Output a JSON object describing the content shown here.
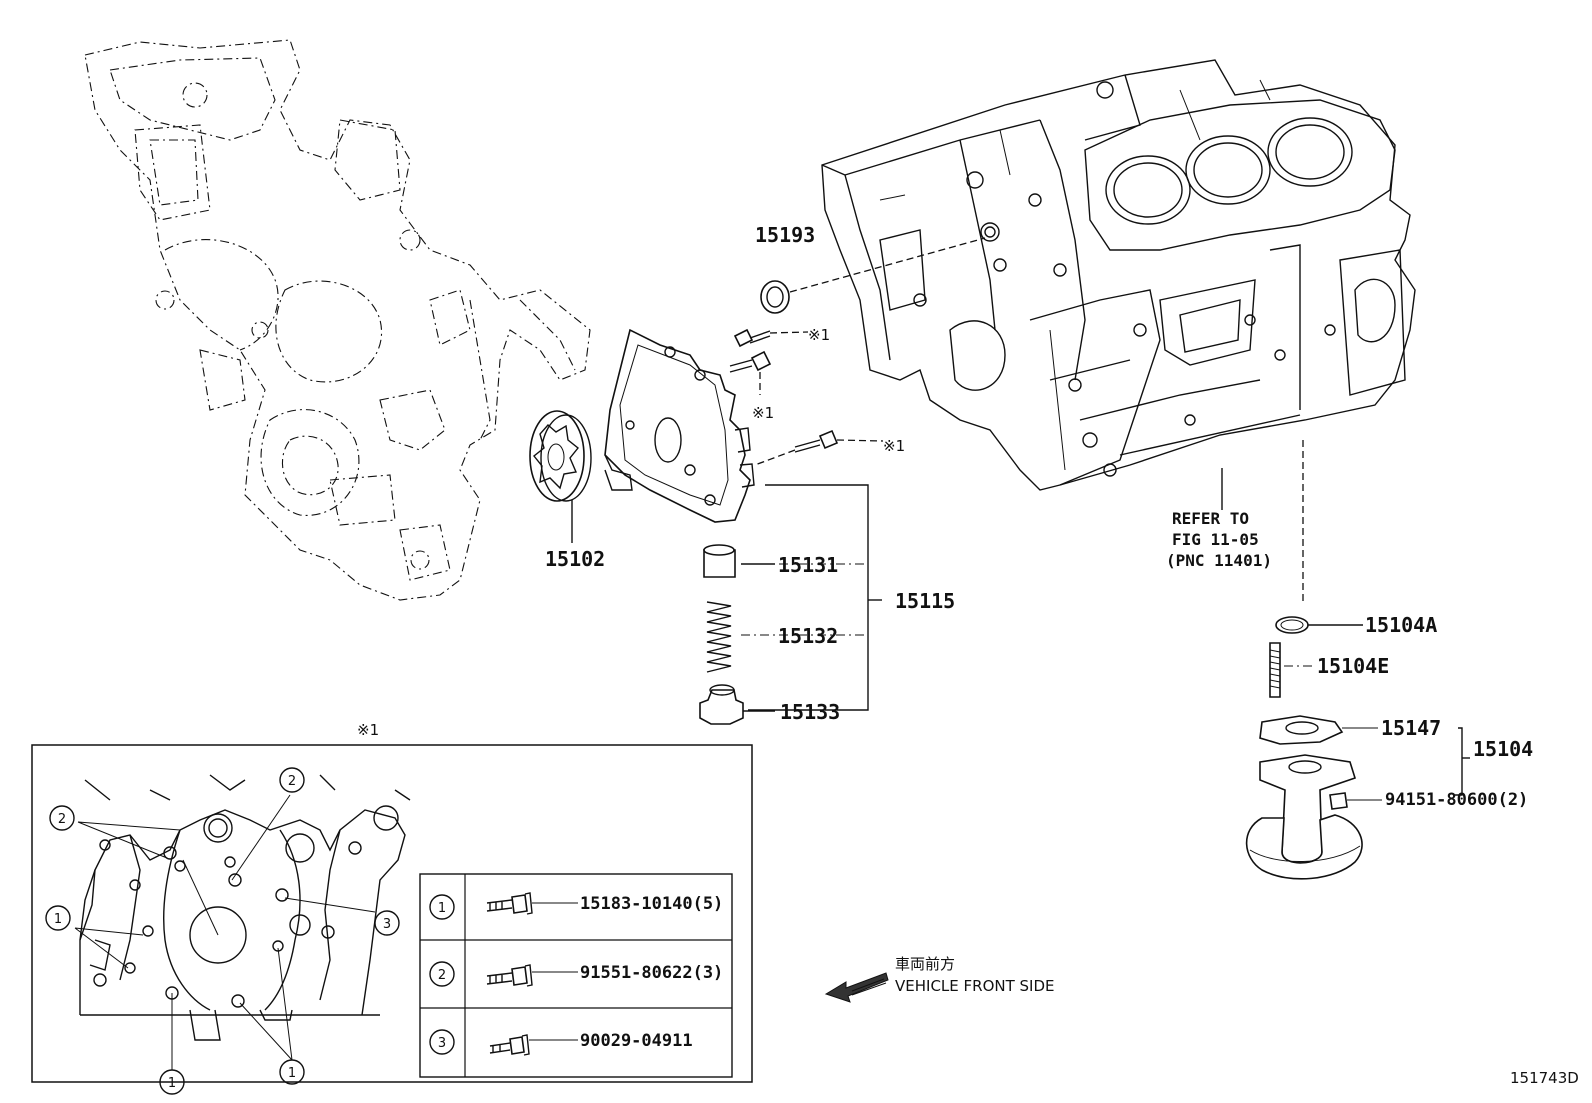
{
  "callouts": {
    "p15193": "15193",
    "p15102": "15102",
    "p15131": "15131",
    "p15132": "15132",
    "p15133": "15133",
    "p15115": "15115",
    "p15104A": "15104A",
    "p15104E": "15104E",
    "p15147": "15147",
    "p15104": "15104",
    "p94151": "94151-80600(2)"
  },
  "refer": {
    "line1": "REFER TO",
    "line2": "FIG 11-05",
    "line3": "(PNC 11401)"
  },
  "marks": {
    "ref1": "※1"
  },
  "inset": {
    "title": "※1",
    "labels": {
      "n1": "1",
      "n2": "2",
      "n3": "3"
    },
    "legend": [
      {
        "num": "1",
        "part": "15183-10140(5)"
      },
      {
        "num": "2",
        "part": "91551-80622(3)"
      },
      {
        "num": "3",
        "part": "90029-04911"
      }
    ]
  },
  "direction": {
    "jp": "車両前方",
    "en": "VEHICLE FRONT SIDE"
  },
  "figure_id": "151743D"
}
